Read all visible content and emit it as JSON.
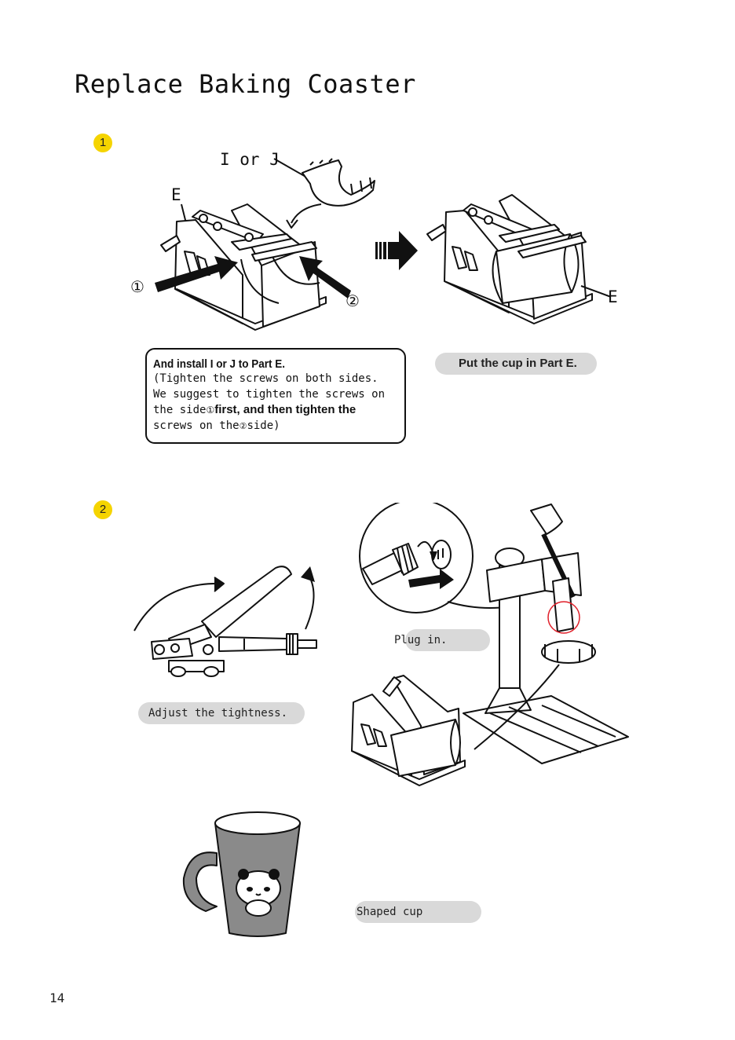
{
  "page": {
    "title": "Replace Baking Coaster",
    "page_number": "14"
  },
  "step1": {
    "badge": "1",
    "label_part_ij": "I or J",
    "label_part_e_left": "E",
    "label_part_e_right": "E",
    "label_side1": "①",
    "label_side2": "②",
    "note": {
      "line1": "And install I or J to Part E.",
      "line2": "(Tighten the screws on both sides.",
      "line3": "We suggest to tighten the screws on",
      "line4a": "the side",
      "line4_side": "①",
      "line4b": "first, and then tighten the",
      "line5a": "screws on the",
      "line5_side": "②",
      "line5b": "side)"
    },
    "caption_right": "Put the cup in Part E."
  },
  "step2": {
    "badge": "2",
    "caption_adjust": "Adjust the tightness.",
    "caption_plug": "Plug in.",
    "caption_cup": "Shaped cup"
  },
  "colors": {
    "badge": "#f5d400",
    "pill": "#d9d9d9",
    "cup_body": "#8a8a8a",
    "highlight_circle": "#e0202a"
  }
}
